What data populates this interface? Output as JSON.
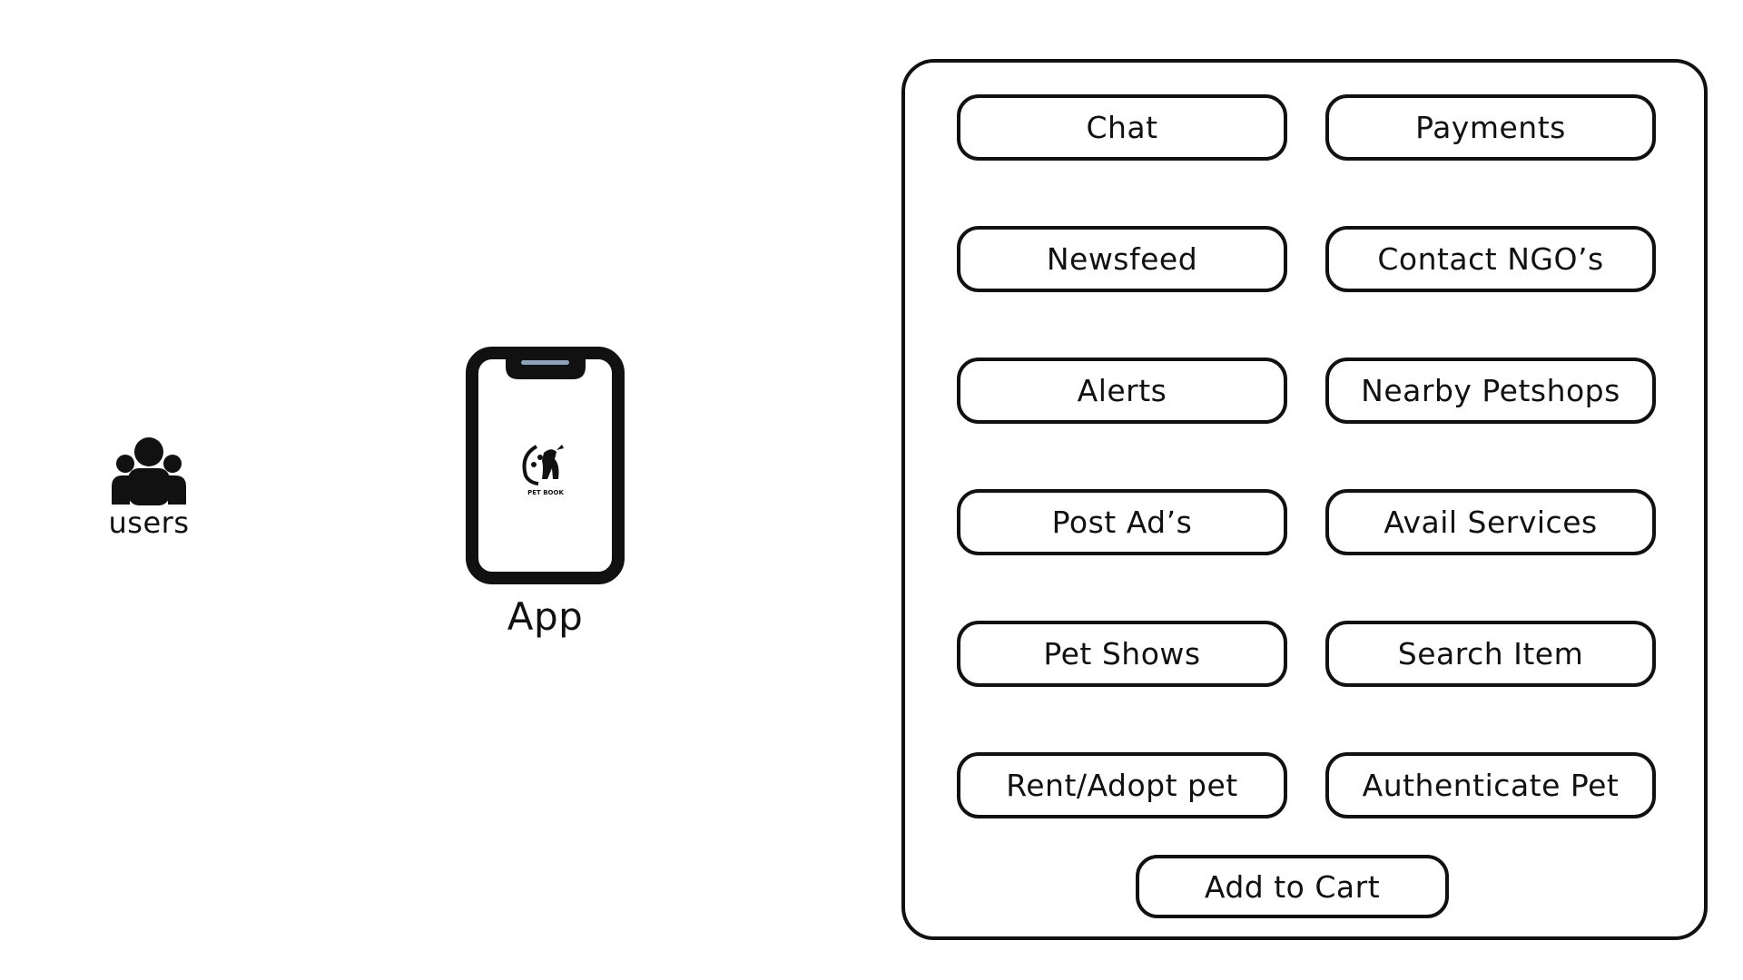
{
  "users": {
    "label": "users",
    "icon": "users-group-icon"
  },
  "app": {
    "label": "App",
    "icon": "smartphone-icon",
    "logo_text": "PET BOOK"
  },
  "features": {
    "chat": "Chat",
    "payments": "Payments",
    "newsfeed": "Newsfeed",
    "contact_ngos": "Contact NGO’s",
    "alerts": "Alerts",
    "nearby_petshops": "Nearby Petshops",
    "post_ads": "Post Ad’s",
    "avail_services": "Avail Services",
    "pet_shows": "Pet Shows",
    "search_item": "Search Item",
    "rent_adopt_pet": "Rent/Adopt pet",
    "authenticate_pet": "Authenticate Pet",
    "add_to_cart": "Add to Cart"
  },
  "colors": {
    "stroke": "#111111",
    "background": "#ffffff",
    "notch_accent": "#8aa2bd"
  }
}
